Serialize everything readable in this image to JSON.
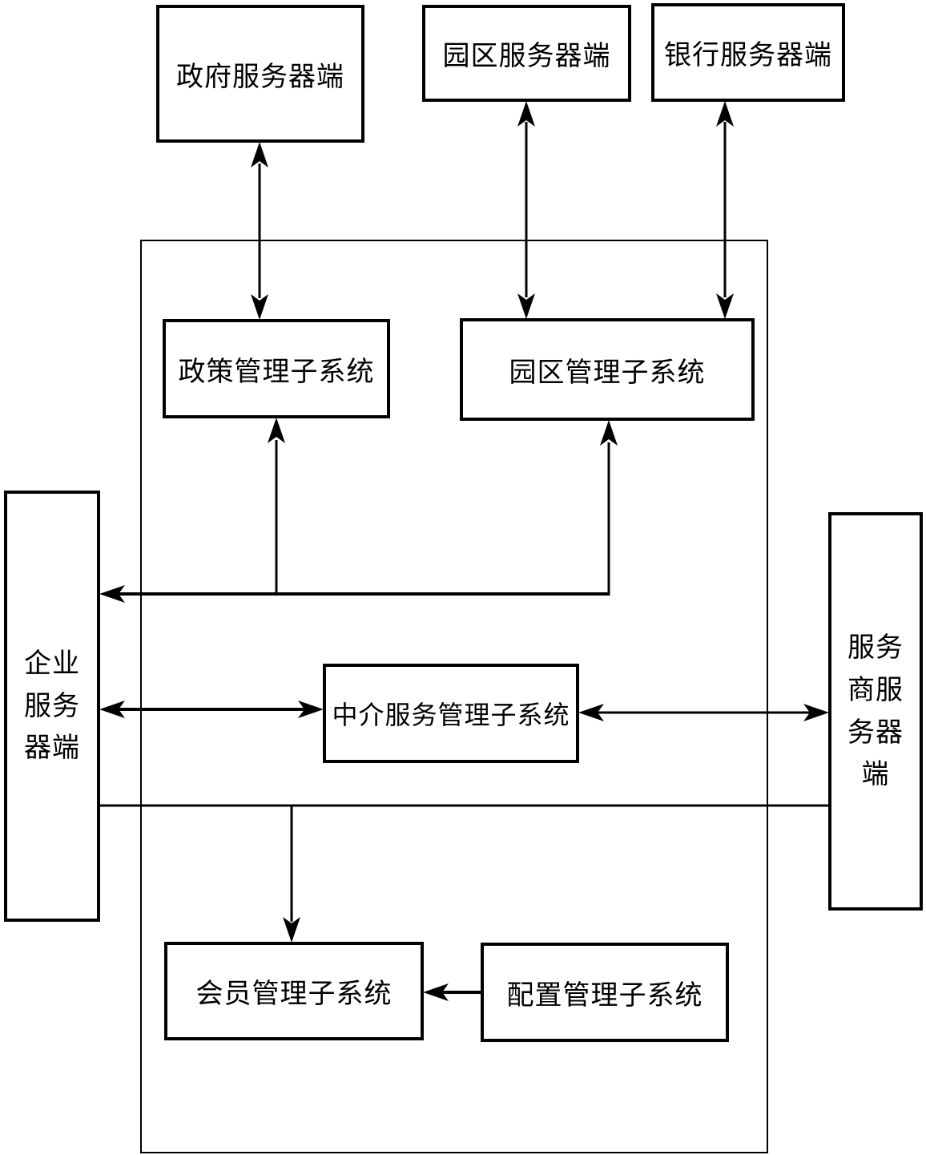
{
  "diagram": {
    "nodes": {
      "gov_server": "政府服务器端",
      "park_server": "园区服务器端",
      "bank_server": "银行服务器端",
      "policy_subsystem": "政策管理子系统",
      "park_subsystem": "园区管理子系统",
      "intermediary_subsystem": "中介服务管理子系统",
      "member_subsystem": "会员管理子系统",
      "config_subsystem": "配置管理子系统",
      "enterprise_server": "企业服务器端",
      "provider_server": "服务商服务器端"
    },
    "colors": {
      "line": "#000000",
      "background": "#ffffff",
      "box_fill": "#ffffff"
    },
    "edges": [
      {
        "id": "gov-policy",
        "between": [
          "gov_server",
          "policy_subsystem"
        ],
        "style": "double-headed-vertical"
      },
      {
        "id": "park-parkmgmt",
        "between": [
          "park_server",
          "park_subsystem"
        ],
        "style": "double-headed-vertical"
      },
      {
        "id": "bank-parkmgmt",
        "between": [
          "bank_server",
          "park_subsystem"
        ],
        "style": "double-headed-vertical"
      },
      {
        "id": "enterprise-policy-park",
        "between": [
          "enterprise_server",
          "policy_subsystem",
          "park_subsystem"
        ],
        "style": "branched-line-arrows-into-all-three"
      },
      {
        "id": "enterprise-intermediary",
        "between": [
          "enterprise_server",
          "intermediary_subsystem"
        ],
        "style": "double-headed-horizontal"
      },
      {
        "id": "intermediary-provider",
        "between": [
          "intermediary_subsystem",
          "provider_server"
        ],
        "style": "double-headed-horizontal"
      },
      {
        "id": "enterprise-provider-member",
        "between": [
          "enterprise_server",
          "provider_server",
          "member_subsystem"
        ],
        "style": "plain-line-with-down-arrow-into-member"
      },
      {
        "id": "config-member",
        "between": [
          "config_subsystem",
          "member_subsystem"
        ],
        "style": "single-arrow-into-member"
      }
    ]
  }
}
